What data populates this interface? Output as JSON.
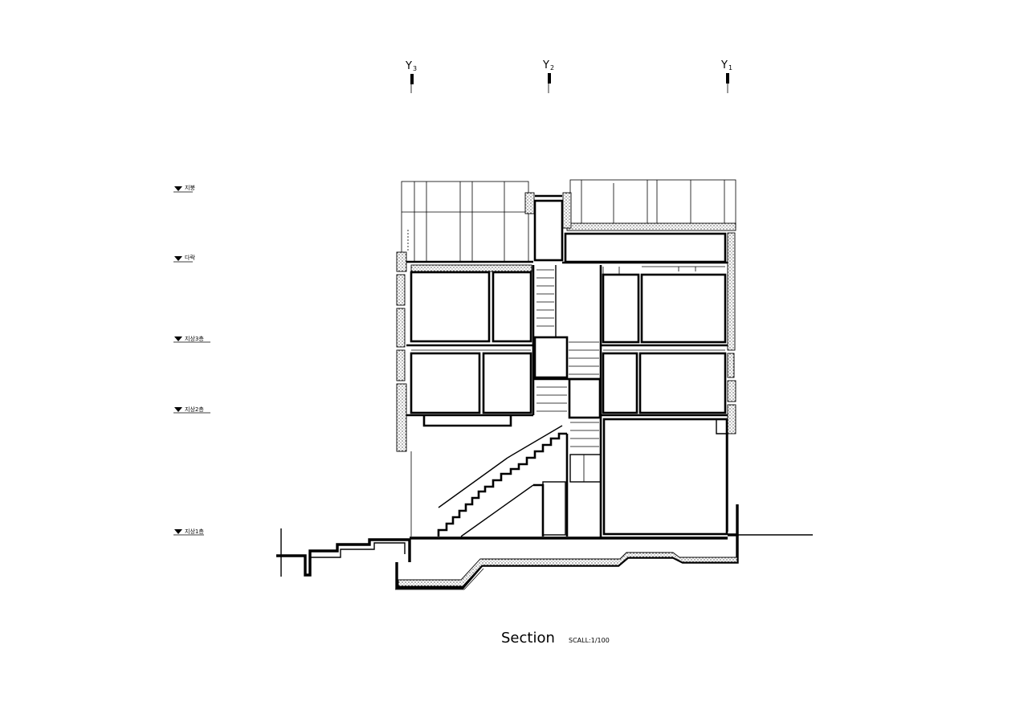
{
  "grid_axes": [
    {
      "letter": "Y",
      "number": "3"
    },
    {
      "letter": "Y",
      "number": "2"
    },
    {
      "letter": "Y",
      "number": "1"
    }
  ],
  "level_markers": [
    {
      "label": "지붕"
    },
    {
      "label": "다락"
    },
    {
      "label": "지상3층"
    },
    {
      "label": "지상2층"
    },
    {
      "label": "지상1층"
    }
  ],
  "caption": {
    "title": "Section",
    "scale": "SCALL:1/100"
  }
}
